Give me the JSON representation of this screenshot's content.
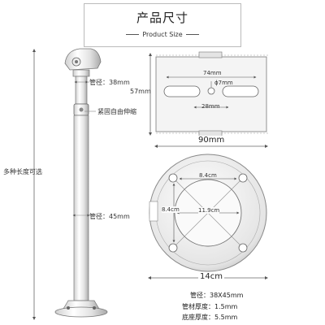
{
  "header": {
    "title_cn": "产品尺寸",
    "title_en": "Product Size"
  },
  "pole": {
    "top_diameter": "管径：38mm",
    "tighten_note": "紧固自由伸缩",
    "length_note": "多种长度可选",
    "bottom_diameter": "管径：45mm"
  },
  "top_plate": {
    "height_label": "57mm",
    "width_label": "90mm",
    "slot_span": "74mm",
    "hole": "ϕ7mm",
    "slot_gap": "28mm"
  },
  "base_plate": {
    "hole_spacing_h": "8.4cm",
    "hole_spacing_v": "8.4cm",
    "inner_diameter": "11.9cm",
    "diameter": "14cm"
  },
  "specs": {
    "tube_diameter": "管径：38X45mm",
    "tube_thickness": "管材厚度：1.5mm",
    "base_thickness": "底座厚度：5.5mm"
  }
}
